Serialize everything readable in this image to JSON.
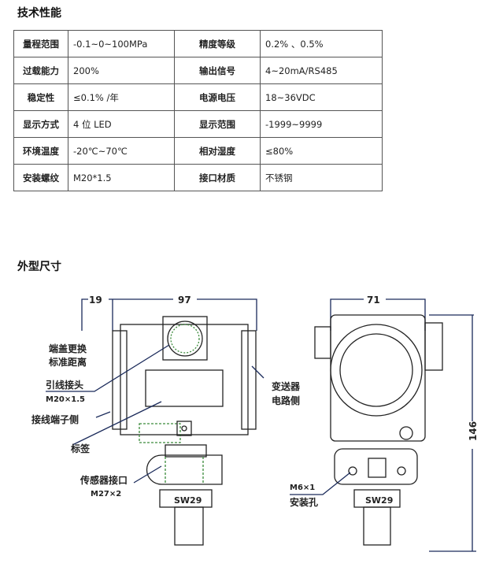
{
  "section1_title": "技术性能",
  "specs": [
    [
      "量程范围",
      "-0.1~0~100MPa",
      "精度等级",
      "0.2% 、0.5%"
    ],
    [
      "过载能力",
      "200%",
      "输出信号",
      "4~20mA/RS485"
    ],
    [
      "稳定性",
      "≤0.1% /年",
      "电源电压",
      "18~36VDC"
    ],
    [
      "显示方式",
      "4 位 LED",
      "显示范围",
      "-1999~9999"
    ],
    [
      "环境温度",
      "-20℃~70℃",
      "相对湿度",
      "≤80%"
    ],
    [
      "安装螺纹",
      "M20*1.5",
      "接口材质",
      "不锈钢"
    ]
  ],
  "section2_title": "外型尺寸",
  "drawing": {
    "dim_19": "19",
    "dim_97": "97",
    "dim_71": "71",
    "dim_146": "146",
    "cap_label_1": "端盖更换",
    "cap_label_2": "标准距离",
    "lead_label": "引线接头",
    "lead_spec": "M20×1.5",
    "terminal_label": "接线端子侧",
    "tag_label": "标签",
    "sensor_label": "传感器接口",
    "sensor_spec": "M27×2",
    "circuit_label_1": "变送器",
    "circuit_label_2": "电路侧",
    "sw_front": "SW29",
    "sw_side": "SW29",
    "hole_spec": "M6×1",
    "hole_label": "安装孔"
  }
}
